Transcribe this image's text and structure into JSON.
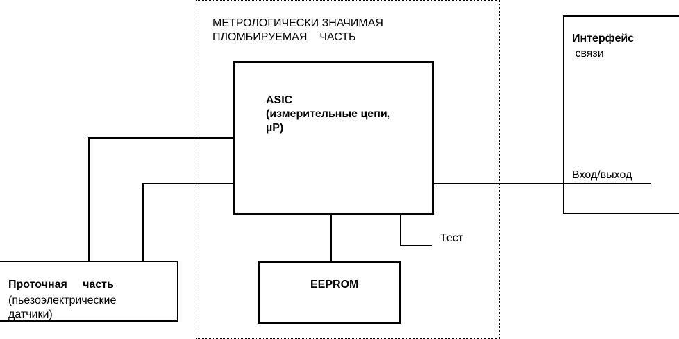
{
  "diagram": {
    "sealed_zone": {
      "title_line1": "МЕТРОЛОГИЧЕСКИ ЗНАЧИМАЯ",
      "title_line2": "ПЛОМБИРУЕМАЯ    ЧАСТЬ"
    },
    "asic": {
      "line1": "ASIC",
      "line2": "(измерительные цепи,",
      "line3": "µP)"
    },
    "eeprom": {
      "label": "EEPROM"
    },
    "test": {
      "label": "Тест"
    },
    "interface": {
      "line1": "Интерфейс",
      "line2": " связи",
      "io_label": "Вход/выход"
    },
    "flow_part": {
      "line1": "Проточная     часть",
      "line2": "(пьезоэлектрические",
      "line3": "датчики)"
    },
    "colors": {
      "line": "#000000",
      "background": "#ffffff"
    }
  }
}
